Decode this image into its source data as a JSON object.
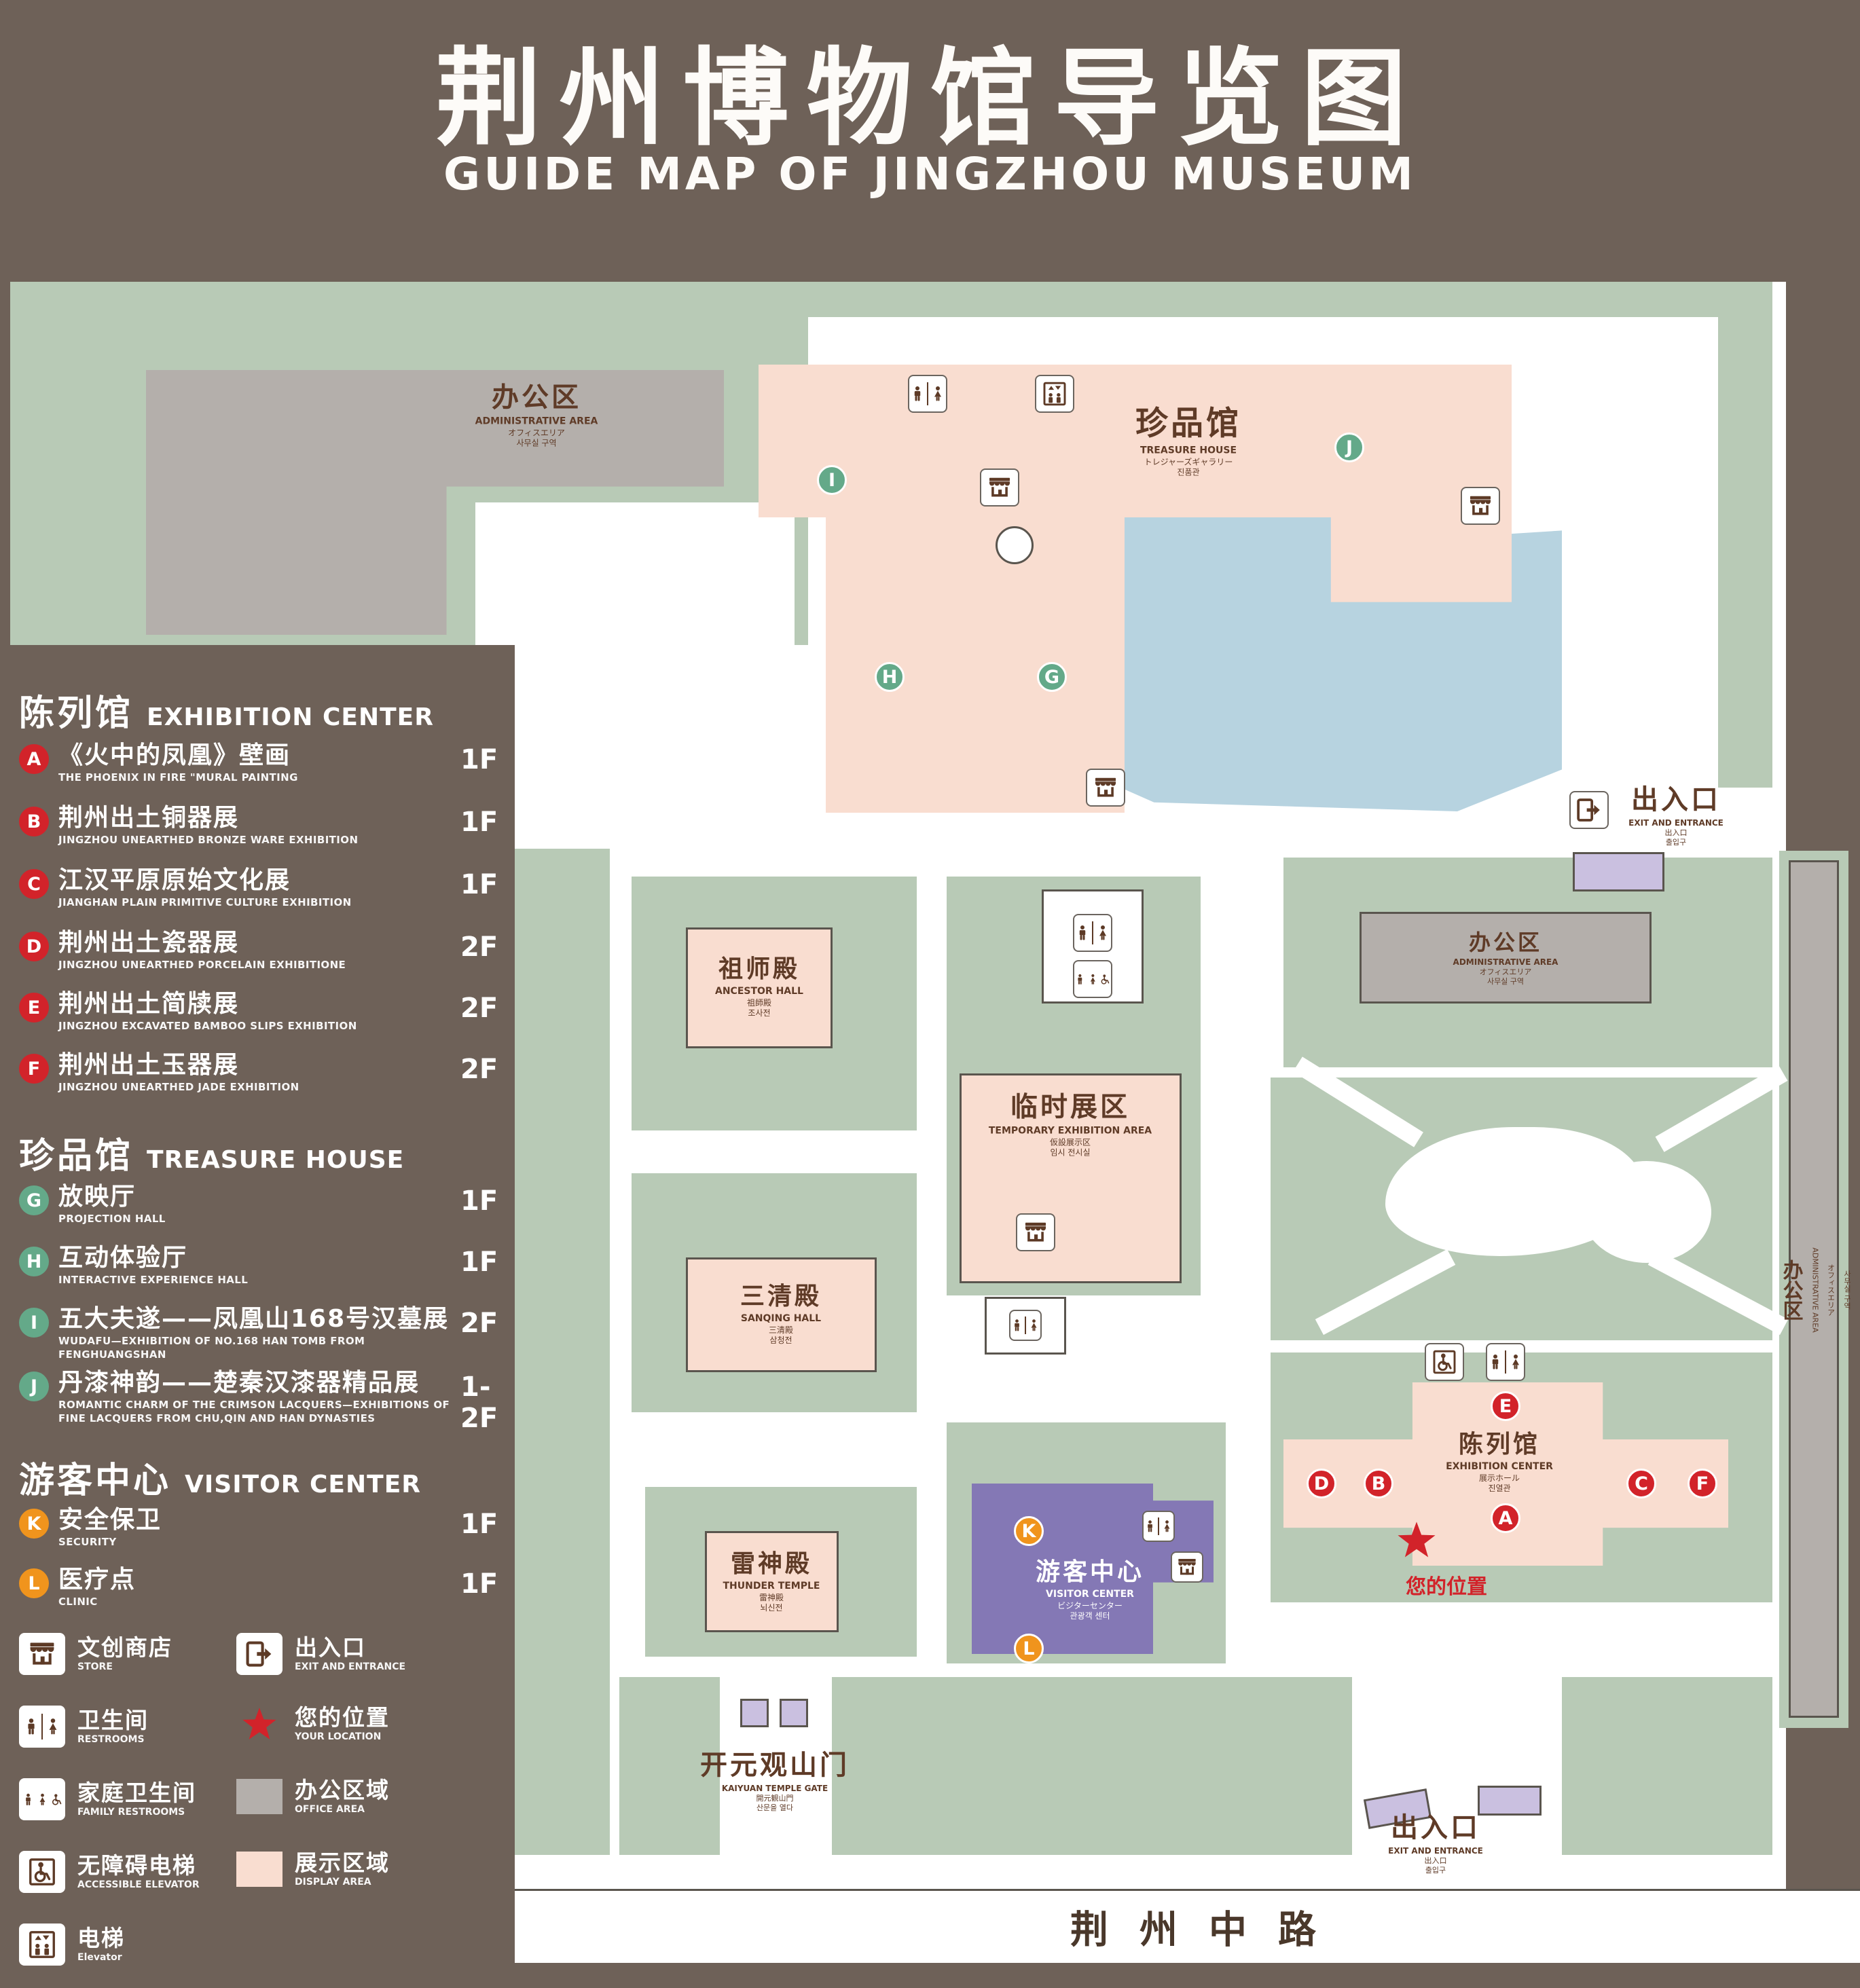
{
  "header": {
    "title_zh": "荆州博物馆导览图",
    "title_en": "GUIDE MAP OF JINGZHOU MUSEUM"
  },
  "colors": {
    "background": "#6e6158",
    "area_green": "#b8cab6",
    "display_pink": "#f9ddd0",
    "office_gray": "#b4afab",
    "water_blue": "#b7d3e0",
    "visitor_purple": "#8478b5",
    "entrance_lavender": "#cac0e0",
    "marker_red": "#d2232a",
    "marker_green": "#64a989",
    "marker_orange": "#f0941d",
    "icon_brown": "#5d3a26"
  },
  "legend": {
    "sections": [
      {
        "title_zh": "陈列馆",
        "title_en": "EXHIBITION CENTER",
        "items": [
          {
            "letter": "A",
            "zh": "《火中的凤凰》壁画",
            "en": "THE PHOENIX IN FIRE \"MURAL PAINTING",
            "floor": "1F"
          },
          {
            "letter": "B",
            "zh": "荆州出土铜器展",
            "en": "JINGZHOU UNEARTHED BRONZE WARE EXHIBITION",
            "floor": "1F"
          },
          {
            "letter": "C",
            "zh": "江汉平原原始文化展",
            "en": "JIANGHAN PLAIN PRIMITIVE CULTURE EXHIBITION",
            "floor": "1F"
          },
          {
            "letter": "D",
            "zh": "荆州出土瓷器展",
            "en": "JINGZHOU UNEARTHED PORCELAIN EXHIBITIONE",
            "floor": "2F"
          },
          {
            "letter": "E",
            "zh": "荆州出土简牍展",
            "en": "JINGZHOU EXCAVATED BAMBOO SLIPS EXHIBITION",
            "floor": "2F"
          },
          {
            "letter": "F",
            "zh": "荆州出土玉器展",
            "en": "JINGZHOU UNEARTHED JADE EXHIBITION",
            "floor": "2F"
          }
        ]
      },
      {
        "title_zh": "珍品馆",
        "title_en": "TREASURE HOUSE",
        "items": [
          {
            "letter": "G",
            "zh": "放映厅",
            "en": "PROJECTION HALL",
            "floor": "1F"
          },
          {
            "letter": "H",
            "zh": "互动体验厅",
            "en": "INTERACTIVE EXPERIENCE HALL",
            "floor": "1F"
          },
          {
            "letter": "I",
            "zh": "五大夫遂——凤凰山168号汉墓展",
            "en": "WUDAFU—EXHIBITION OF NO.168 HAN TOMB FROM FENGHUANGSHAN",
            "floor": "2F"
          },
          {
            "letter": "J",
            "zh": "丹漆神韵——楚秦汉漆器精品展",
            "en": "ROMANTIC CHARM OF THE CRIMSON LACQUERS—EXHIBITIONS OF FINE LACQUERS FROM CHU,QIN AND HAN DYNASTIES",
            "floor": "1-2F"
          }
        ]
      },
      {
        "title_zh": "游客中心",
        "title_en": "VISITOR CENTER",
        "items": [
          {
            "letter": "K",
            "zh": "安全保卫",
            "en": "SECURITY",
            "floor": "1F"
          },
          {
            "letter": "L",
            "zh": "医疗点",
            "en": "CLINIC",
            "floor": "1F"
          }
        ]
      }
    ],
    "symbols": [
      {
        "icon": "store-icon",
        "zh": "文创商店",
        "en": "STORE"
      },
      {
        "icon": "restrooms-icon",
        "zh": "卫生间",
        "en": "RESTROOMS"
      },
      {
        "icon": "family-restrooms-icon",
        "zh": "家庭卫生间",
        "en": "FAMILY RESTROOMS"
      },
      {
        "icon": "accessible-elevator-icon",
        "zh": "无障碍电梯",
        "en": "ACCESSIBLE ELEVATOR"
      },
      {
        "icon": "elevator-icon",
        "zh": "电梯",
        "en": "Elevator"
      },
      {
        "icon": "exit-icon",
        "zh": "出入口",
        "en": "EXIT AND ENTRANCE"
      },
      {
        "icon": "location-star",
        "zh": "您的位置",
        "en": "YOUR LOCATION"
      },
      {
        "icon": "office-swatch",
        "zh": "办公区域",
        "en": "OFFICE AREA"
      },
      {
        "icon": "display-swatch",
        "zh": "展示区域",
        "en": "DISPLAY AREA"
      }
    ]
  },
  "map": {
    "labels": {
      "admin_nw": {
        "zh": "办公区",
        "en": "ADMINISTRATIVE AREA",
        "ja": "オフィスエリア",
        "ko": "사무실 구역"
      },
      "treasure": {
        "zh": "珍品馆",
        "en": "TREASURE HOUSE",
        "ja": "トレジャーズギャラリー",
        "ko": "진품관"
      },
      "ancestor": {
        "zh": "祖师殿",
        "en": "ANCESTOR HALL",
        "ja": "祖師殿",
        "ko": "조사전"
      },
      "temporary": {
        "zh": "临时展区",
        "en": "TEMPORARY EXHIBITION AREA",
        "ja": "仮設展示区",
        "ko": "임시 전시실"
      },
      "sanqing": {
        "zh": "三清殿",
        "en": "SANQING HALL",
        "ja": "三清殿",
        "ko": "삼청전"
      },
      "thunder": {
        "zh": "雷神殿",
        "en": "THUNDER TEMPLE",
        "ja": "雷神殿",
        "ko": "뇌신전"
      },
      "visitor": {
        "zh": "游客中心",
        "en": "VISITOR CENTER",
        "ja": "ビジターセンター",
        "ko": "관광객 센터"
      },
      "exhibition": {
        "zh": "陈列馆",
        "en": "EXHIBITION CENTER",
        "ja": "展示ホール",
        "ko": "진열관"
      },
      "admin_e": {
        "zh": "办公区",
        "en": "ADMINISTRATIVE AREA",
        "ja": "オフィスエリア",
        "ko": "사무실 구역"
      },
      "admin_far_e": {
        "zh": "办公区",
        "en": "ADMINISTRATIVE AREA",
        "ja": "オフィスエリア",
        "ko": "사무실 구역"
      },
      "exit_ne": {
        "zh": "出入口",
        "en": "EXIT AND ENTRANCE",
        "ja": "出入口",
        "ko": "출입구"
      },
      "exit_s": {
        "zh": "出入口",
        "en": "EXIT AND ENTRANCE",
        "ja": "出入口",
        "ko": "출입구"
      },
      "gate": {
        "zh": "开元观山门",
        "en": "KAIYUAN TEMPLE GATE",
        "ja": "開元観山門",
        "ko": "산문을 열다"
      },
      "road": {
        "zh": "荆州中路"
      },
      "your_location": {
        "zh": "您的位置"
      }
    }
  }
}
